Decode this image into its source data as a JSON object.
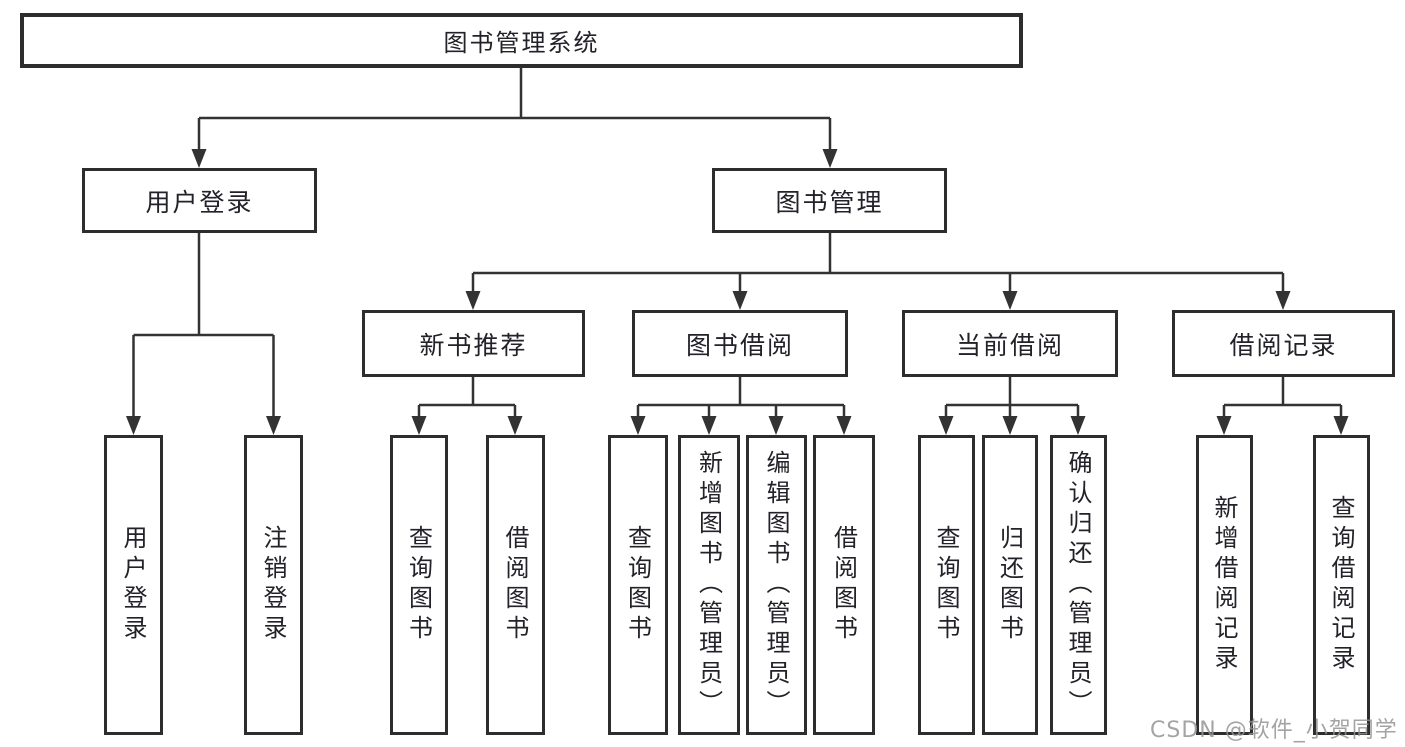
{
  "diagram": {
    "title": "图书管理系统",
    "watermark": "CSDN @软件_小贺同学",
    "colors": {
      "line": "#333333",
      "box_border": "#2d2d2d",
      "box_fill": "#ffffff",
      "text": "#222228",
      "watermark": "#949494",
      "background": "#ffffff"
    },
    "nodes": {
      "root": "图书管理系统",
      "level1": [
        "用户登录",
        "图书管理"
      ],
      "level2": [
        "新书推荐",
        "图书借阅",
        "当前借阅",
        "借阅记录"
      ],
      "leaves": {
        "user": [
          "用户登录",
          "注销登录"
        ],
        "recommend": [
          "查询图书",
          "借阅图书"
        ],
        "borrow": [
          "查询图书",
          "新增图书（管理员）",
          "编辑图书（管理员）",
          "借阅图书"
        ],
        "current": [
          "查询图书",
          "归还图书",
          "确认归还（管理员）"
        ],
        "records": [
          "新增借阅记录",
          "查询借阅记录"
        ]
      }
    }
  }
}
